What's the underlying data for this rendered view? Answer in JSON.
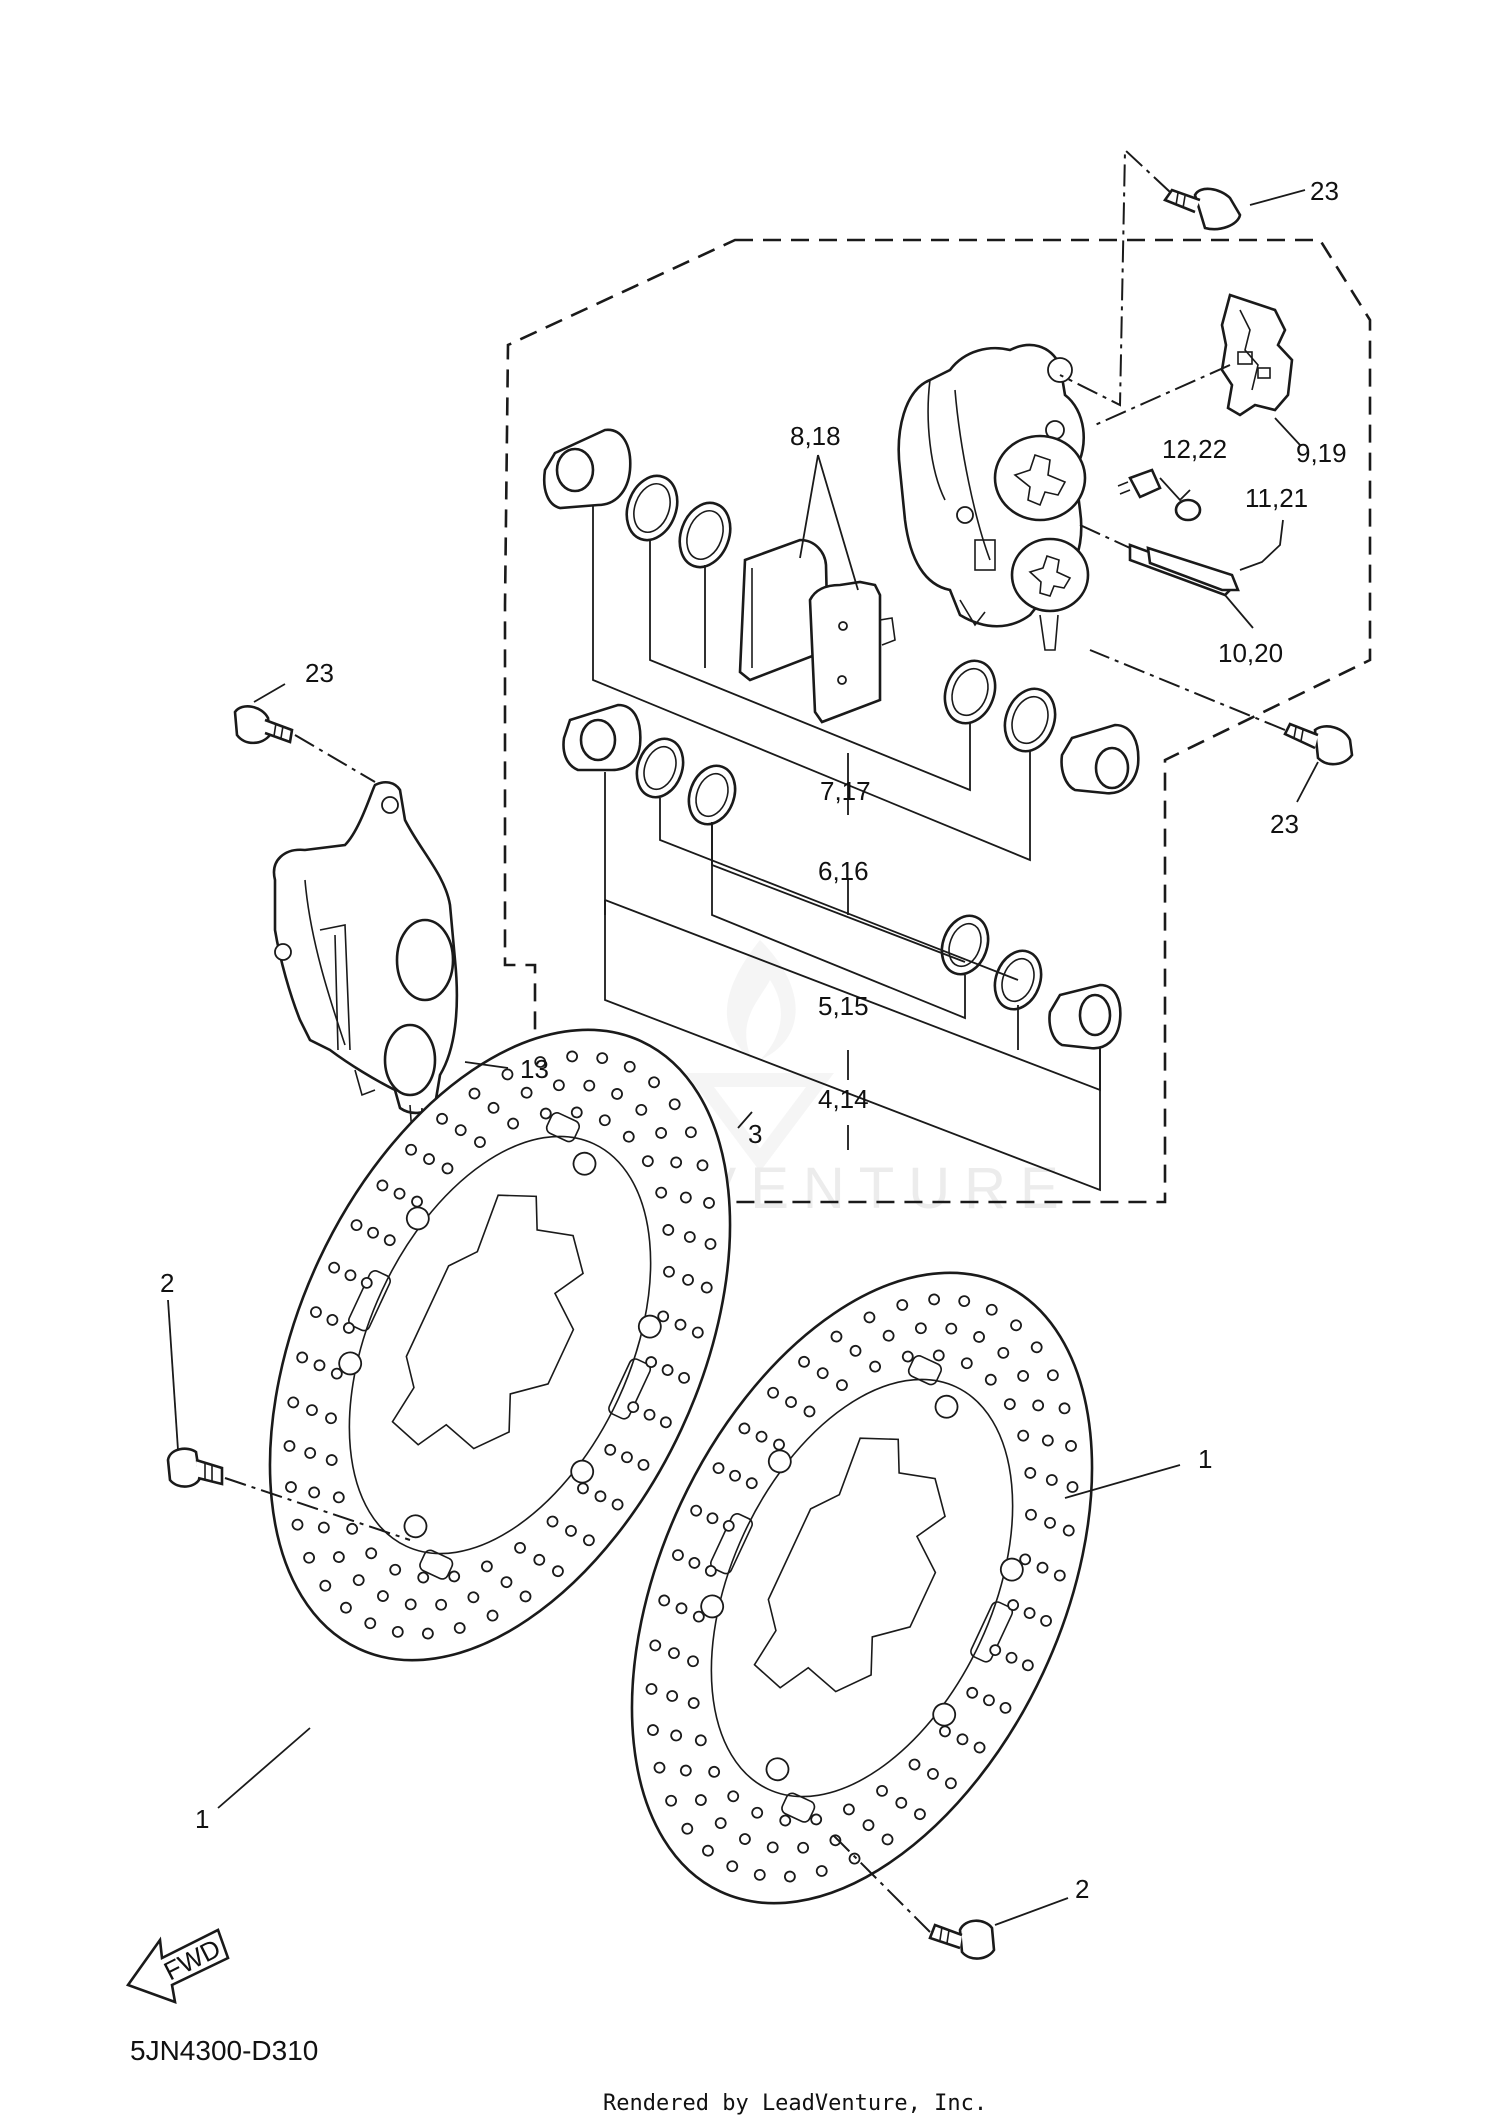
{
  "watermark": "LEADVENTURE",
  "callouts": [
    {
      "id": "c23a",
      "text": "23"
    },
    {
      "id": "c818",
      "text": "8,18"
    },
    {
      "id": "c1222",
      "text": "12,22"
    },
    {
      "id": "c919",
      "text": "9,19"
    },
    {
      "id": "c1121",
      "text": "11,21"
    },
    {
      "id": "c1020",
      "text": "10,20"
    },
    {
      "id": "c23b",
      "text": "23"
    },
    {
      "id": "c23c",
      "text": "23"
    },
    {
      "id": "c717",
      "text": "7,17"
    },
    {
      "id": "c616",
      "text": "6,16"
    },
    {
      "id": "c515",
      "text": "5,15"
    },
    {
      "id": "c414",
      "text": "4,14"
    },
    {
      "id": "c3",
      "text": "3"
    },
    {
      "id": "c13",
      "text": "13"
    },
    {
      "id": "c2a",
      "text": "2"
    },
    {
      "id": "c1a",
      "text": "1"
    },
    {
      "id": "c1b",
      "text": "1"
    },
    {
      "id": "c2b",
      "text": "2"
    }
  ],
  "fwd_label": "FWD",
  "diagram_code": "5JN4300-D310",
  "credit": "Rendered by LeadVenture, Inc."
}
